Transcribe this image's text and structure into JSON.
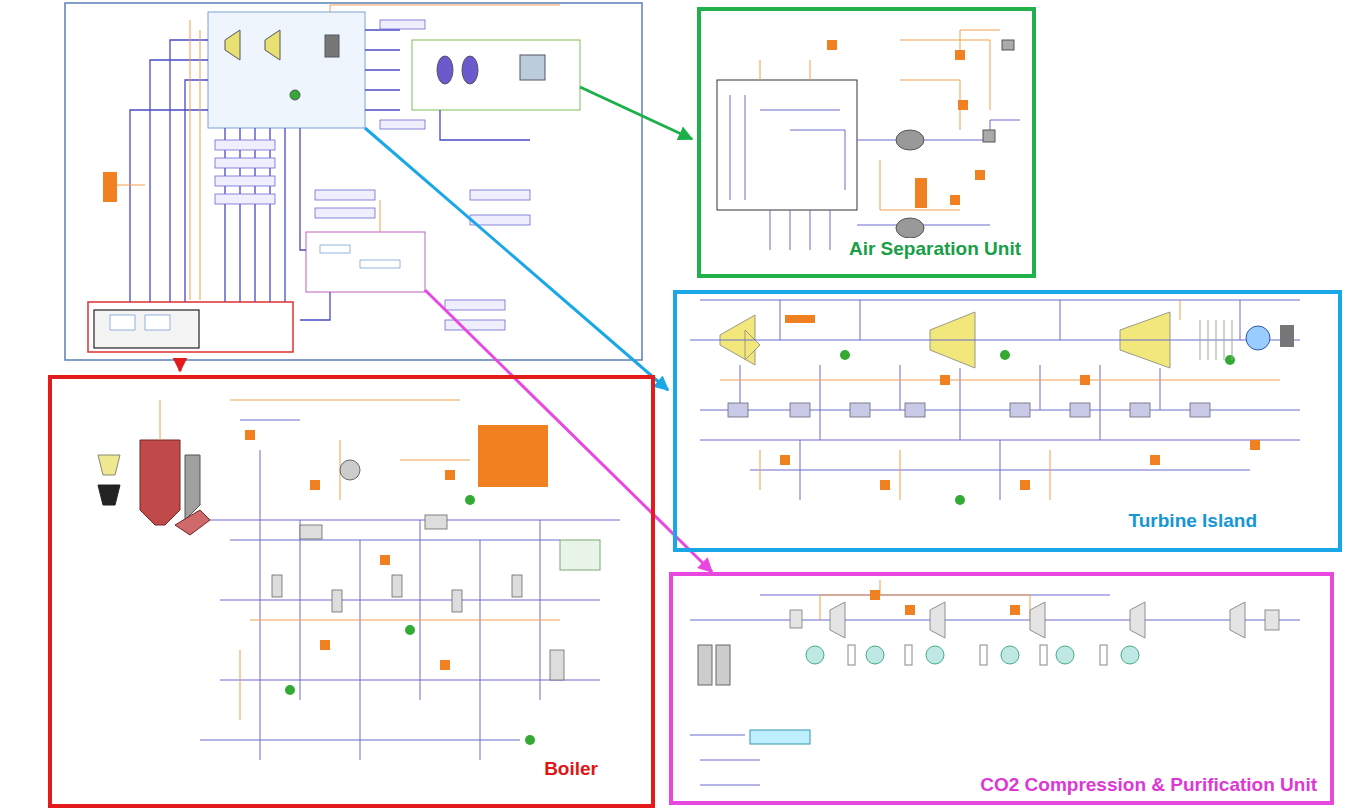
{
  "diagram": {
    "nodes": [
      {
        "text": [
          "Air Separation Unit"
        ]
      },
      {
        "text": [
          "Turbine Island"
        ]
      },
      {
        "text": [
          "Boiler"
        ]
      },
      {
        "text": [
          "CO2 Compression & Purification Unit"
        ]
      }
    ]
  }
}
